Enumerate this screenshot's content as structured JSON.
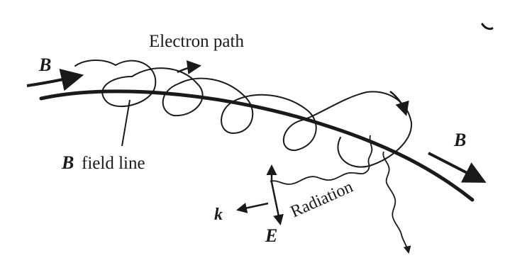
{
  "diagram": {
    "labels": {
      "b_left": "B",
      "b_right": "B",
      "electron_path": "Electron path",
      "field_line_symbol": "B",
      "field_line_text": "field line",
      "radiation": "Radiation",
      "k": "k",
      "e": "E"
    },
    "colors": {
      "ink": "#1a1a1a",
      "background": "#ffffff"
    }
  }
}
